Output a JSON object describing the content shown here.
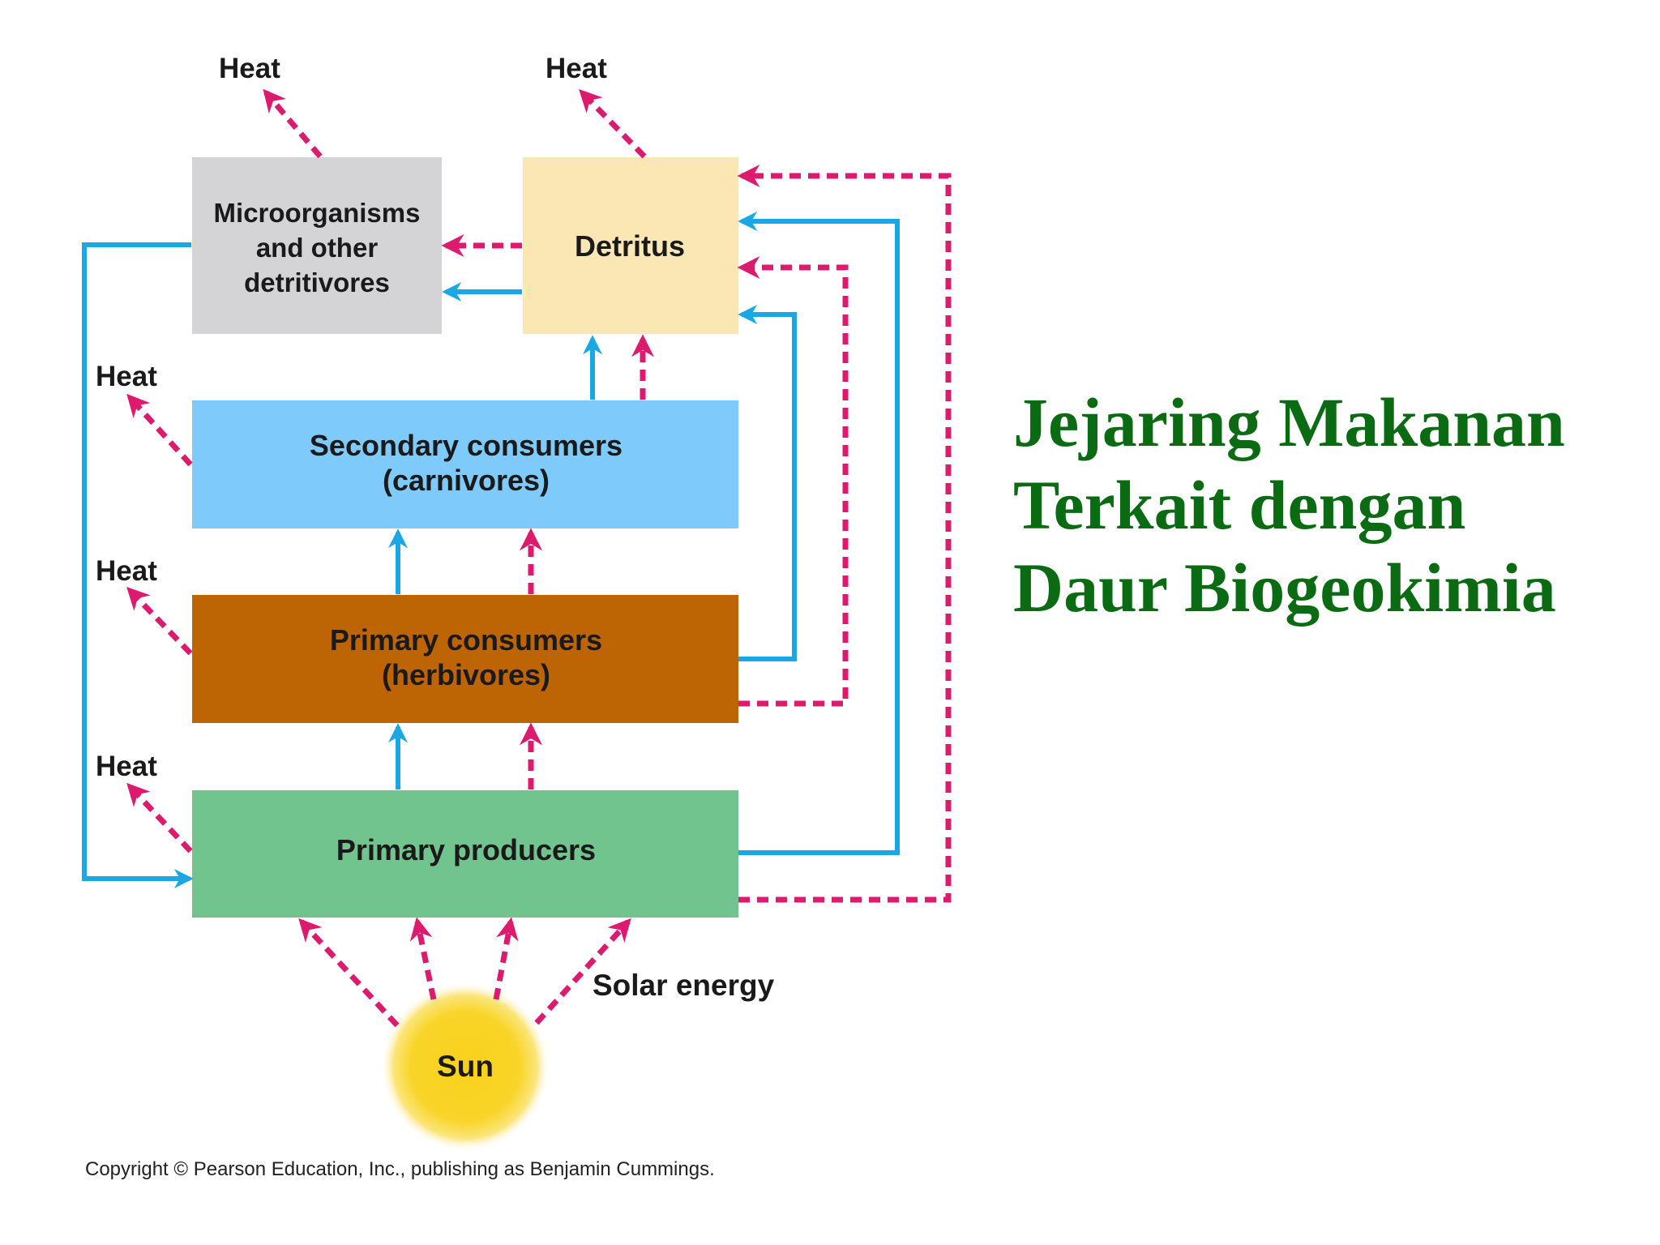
{
  "title": {
    "line1": "Jejaring Makanan",
    "line2": "Terkait dengan",
    "line3": "Daur Biogeokimia"
  },
  "boxes": {
    "microorganisms": {
      "line1": "Microorganisms",
      "line2": "and other",
      "line3": "detritivores",
      "color": "#d4d4d6"
    },
    "detritus": {
      "line1": "Detritus",
      "color": "#fbe7b4"
    },
    "secondary": {
      "line1": "Secondary consumers",
      "line2": "(carnivores)",
      "color": "#7ecbfb"
    },
    "primary_consumers": {
      "line1": "Primary consumers",
      "line2": "(herbivores)",
      "color": "#bd6504"
    },
    "producers": {
      "line1": "Primary producers",
      "color": "#72c48e"
    }
  },
  "labels": {
    "heat_1": "Heat",
    "heat_2": "Heat",
    "heat_3": "Heat",
    "heat_4": "Heat",
    "heat_5": "Heat",
    "sun": "Sun",
    "solar": "Solar energy"
  },
  "copyright": "Copyright © Pearson Education, Inc., publishing as Benjamin Cummings.",
  "colors": {
    "energy_flow": "#dd1b6e",
    "chemical_cycling": "#1aa7e6",
    "title": "#0a6b12",
    "sun": "#f7d21e"
  }
}
